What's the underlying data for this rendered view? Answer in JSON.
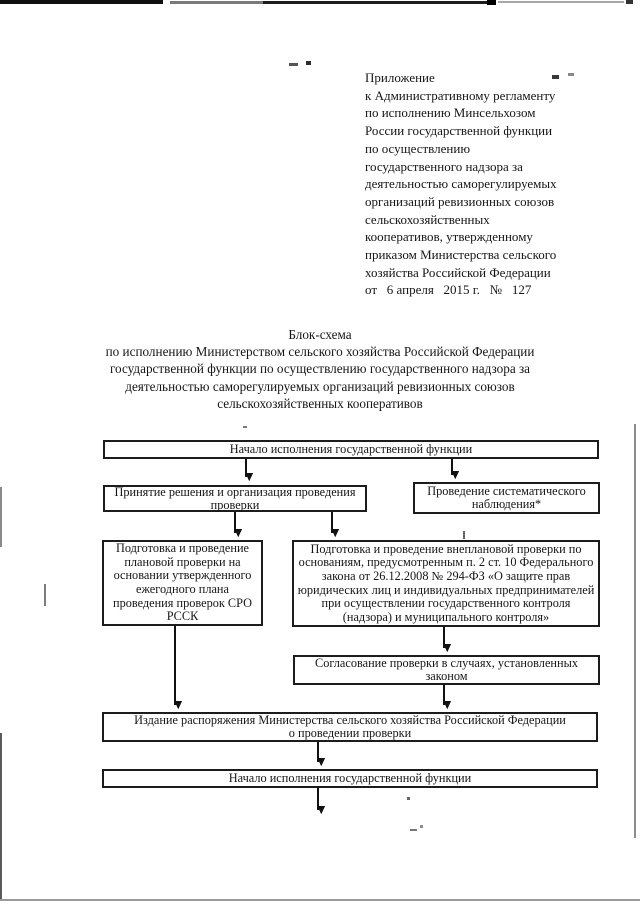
{
  "ink_color": "#1a1a1a",
  "appendix": {
    "lines": [
      "Приложение",
      "к Административному регламенту",
      "по исполнению Минсельхозом",
      "России государственной функции",
      "по осуществлению",
      "государственного надзора за",
      "деятельностью саморегулируемых",
      "организаций ревизионных союзов",
      "сельскохозяйственных",
      "кооперативов, утвержденному",
      "приказом Министерства сельского",
      "хозяйства Российской Федерации",
      "от   6 апреля   2015 г.   №   127"
    ]
  },
  "title": {
    "lines": [
      "Блок-схема",
      "по исполнению Министерством сельского хозяйства Российской Федерации",
      "государственной функции по осуществлению государственного надзора за",
      "деятельностью саморегулируемых организаций ревизионных союзов",
      "сельскохозяйственных кооперативов"
    ]
  },
  "flowchart": {
    "start": "Начало исполнения государственной функции",
    "decision": "Принятие решения и организация проведения\nпроверки",
    "observation": "Проведение систематического\nнаблюдения*",
    "planned": "Подготовка и проведение\nплановой проверки на\nосновании утвержденного\nежегодного плана\nпроведения проверок СРО\nРССК",
    "unplanned": "Подготовка и проведение внеплановой проверки по\nоснованиям, предусмотренным п. 2 ст. 10 Федерального\nзакона от 26.12.2008 № 294-ФЗ «О защите прав\nюридических лиц и индивидуальных предпринимателей\nпри осуществлении государственного контроля\n(надзора) и муниципального контроля»",
    "approval": "Согласование проверки в случаях, установленных\nзаконом",
    "order": "Издание распоряжения Министерства сельского хозяйства Российской Федерации\nо проведении проверки",
    "end": "Начало исполнения государственной функции"
  }
}
